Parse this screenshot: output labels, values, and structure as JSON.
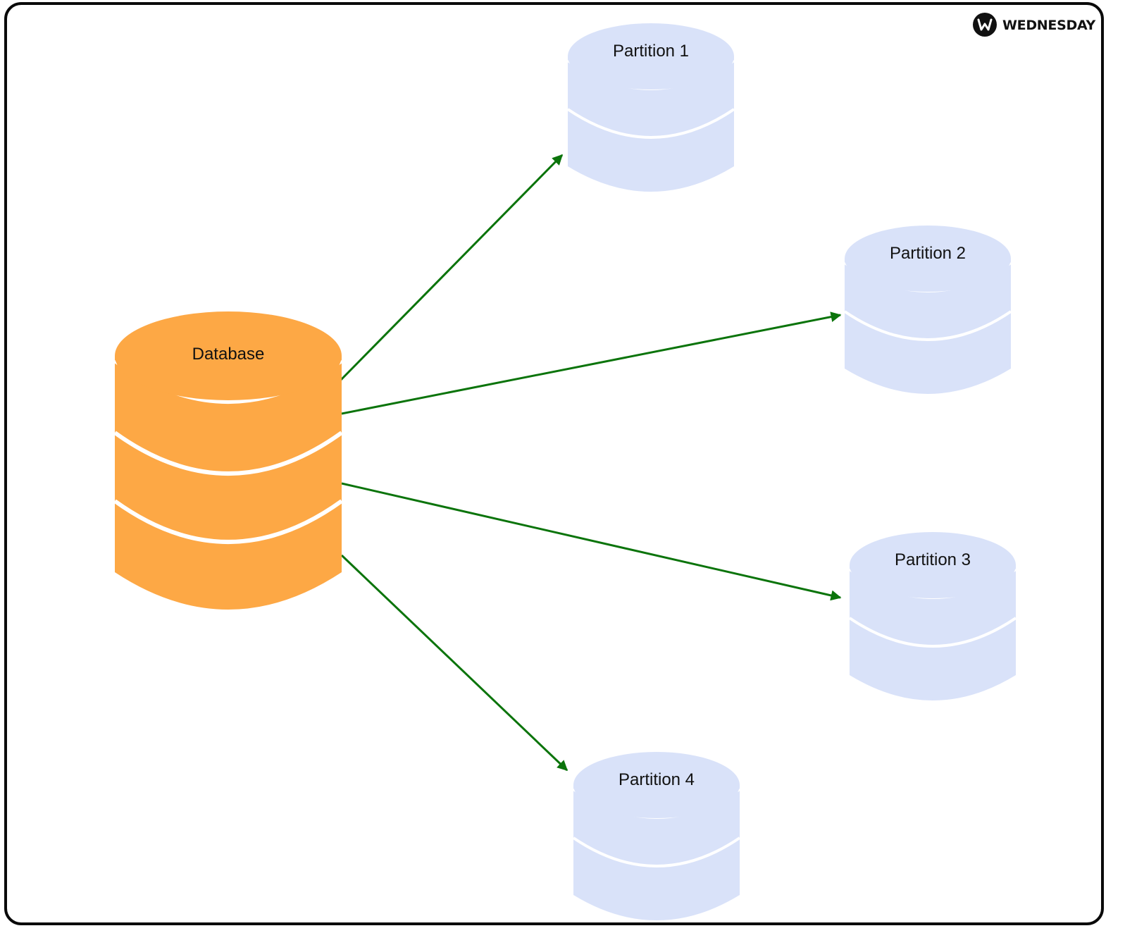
{
  "brand": {
    "name": "WEDNESDAY",
    "icon": "w-logo-icon"
  },
  "colors": {
    "database": "#FDA845",
    "partition": "#D9E2F9",
    "arrow": "#0B740B",
    "border": "#0A0A0A"
  },
  "source": {
    "label": "Database"
  },
  "partitions": [
    {
      "label": "Partition 1"
    },
    {
      "label": "Partition 2"
    },
    {
      "label": "Partition 3"
    },
    {
      "label": "Partition 4"
    }
  ]
}
